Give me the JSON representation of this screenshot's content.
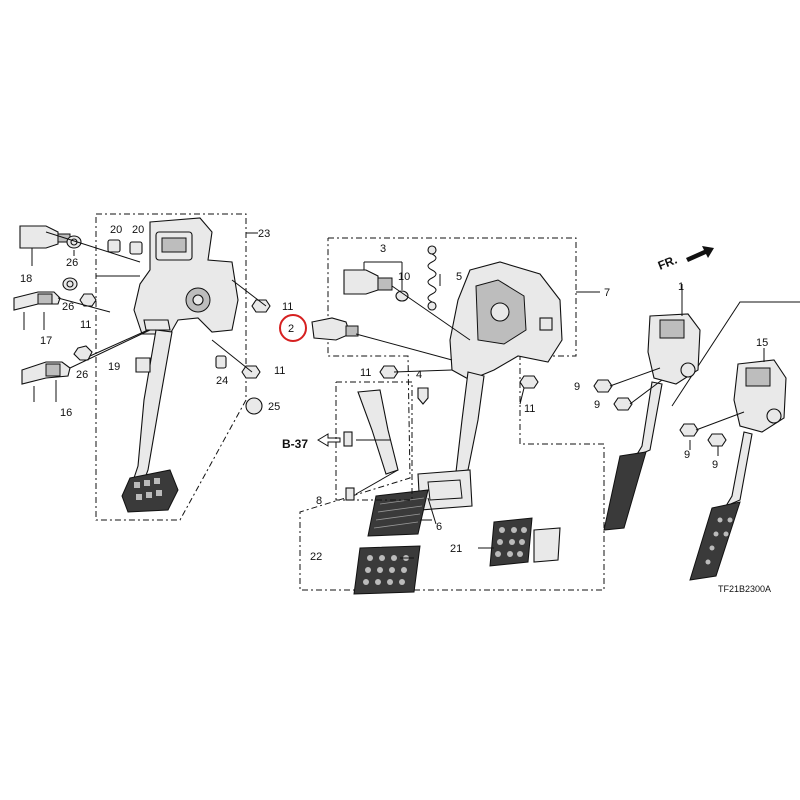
{
  "diagram_code": "TF21B2300A",
  "front_marker": "FR.",
  "reference": "B-37",
  "highlight_color": "#d62020",
  "callouts": {
    "c1": "1",
    "c2": "2",
    "c3": "3",
    "c4": "4",
    "c5": "5",
    "c6": "6",
    "c7": "7",
    "c8": "8",
    "c9a": "9",
    "c9b": "9",
    "c9c": "9",
    "c9d": "9",
    "c10": "10",
    "c11a": "11",
    "c11b": "11",
    "c11c": "11",
    "c11d": "11",
    "c11e": "11",
    "c15": "15",
    "c16": "16",
    "c17": "17",
    "c18": "18",
    "c19": "19",
    "c20a": "20",
    "c20b": "20",
    "c21": "21",
    "c22": "22",
    "c23": "23",
    "c24": "24",
    "c25": "25",
    "c26a": "26",
    "c26b": "26",
    "c26c": "26"
  }
}
